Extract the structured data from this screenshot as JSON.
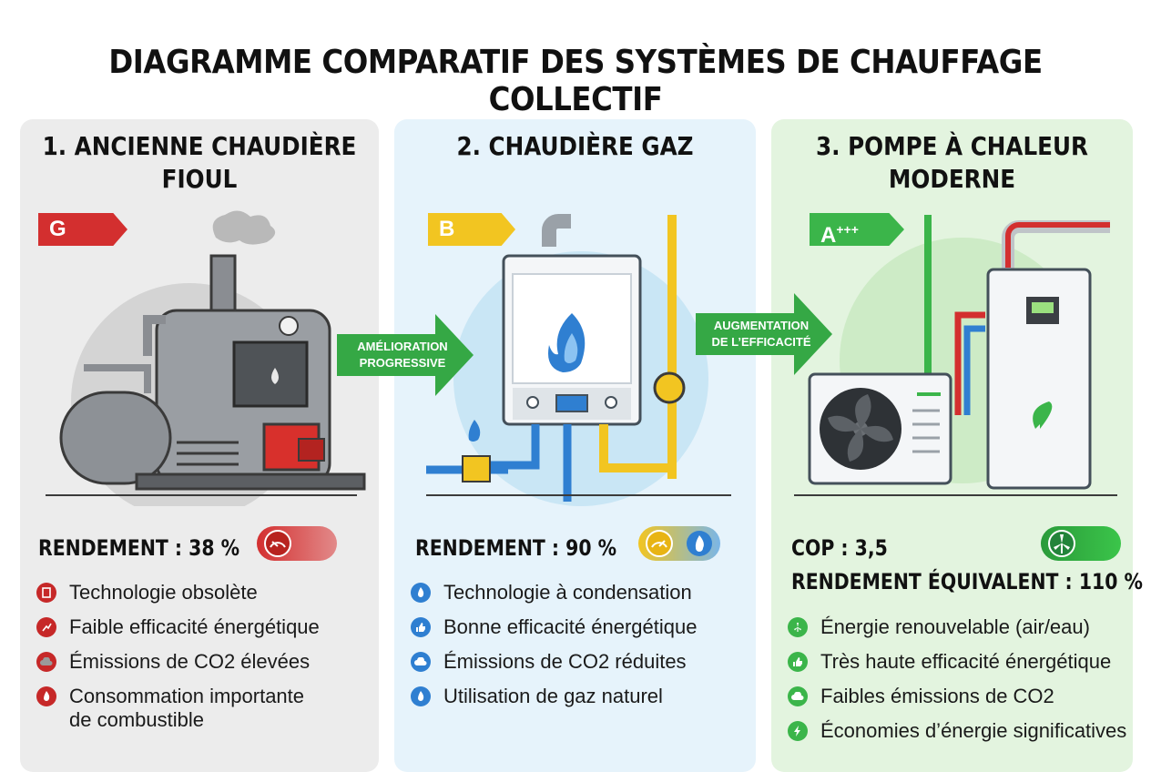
{
  "title": "DIAGRAMME COMPARATIF DES SYSTÈMES DE CHAUFFAGE COLLECTIF",
  "colors": {
    "red": "#d32f2f",
    "yellow": "#f2c521",
    "green": "#3bb54a",
    "blue": "#2f7fd1"
  },
  "panels": [
    {
      "title_line1": "1. ANCIENNE CHAUDIÈRE",
      "title_line2": "FIOUL",
      "badge": "G",
      "metric1": "RENDEMENT : 38 %",
      "features": [
        {
          "icon": "obsolete-icon",
          "text": "Technologie obsolète"
        },
        {
          "icon": "low-efficiency-icon",
          "text": "Faible efficacité énergétique"
        },
        {
          "icon": "smoke-cloud-icon",
          "text": "Émissions de CO2 élevées"
        },
        {
          "icon": "flame-icon",
          "text_line1": "Consommation importante",
          "text_line2": "de combustible"
        }
      ]
    },
    {
      "title_line1": "2. CHAUDIÈRE GAZ",
      "badge": "B",
      "metric1": "RENDEMENT : 90 %",
      "features": [
        {
          "icon": "flame-icon",
          "text": "Technologie à condensation"
        },
        {
          "icon": "thumbs-up-icon",
          "text": "Bonne efficacité énergétique"
        },
        {
          "icon": "cloud-icon",
          "text": "Émissions de CO2 réduites"
        },
        {
          "icon": "gas-flame-icon",
          "text": "Utilisation de gaz naturel"
        }
      ]
    },
    {
      "title_line1": "3. POMPE À CHALEUR",
      "title_line2": "MODERNE",
      "badge": "A",
      "badge_sup": "+++",
      "metric1": "COP : 3,5",
      "metric2": "RENDEMENT ÉQUIVALENT : 110 %",
      "features": [
        {
          "icon": "wind-turbine-icon",
          "text": "Énergie renouvelable (air/eau)"
        },
        {
          "icon": "thumbs-up-icon",
          "text": "Très haute efficacité énergétique"
        },
        {
          "icon": "cloud-icon",
          "text": "Faibles émissions de CO2"
        },
        {
          "icon": "lightning-icon",
          "text": "Économies d’énergie significatives"
        }
      ]
    }
  ],
  "arrows": [
    {
      "line1": "AMÉLIORATION",
      "line2": "PROGRESSIVE"
    },
    {
      "line1": "AUGMENTATION",
      "line2": "DE L’EFFICACITÉ"
    }
  ]
}
